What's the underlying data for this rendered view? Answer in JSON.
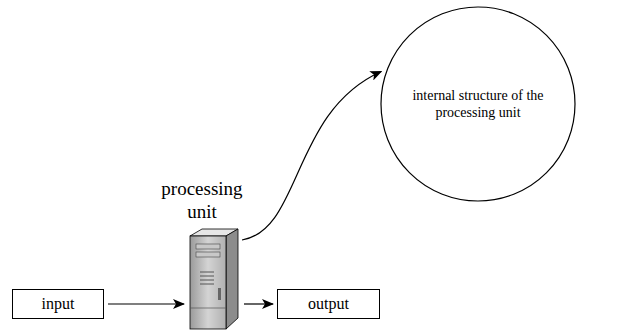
{
  "diagram": {
    "nodes": [
      {
        "text": [
          "input"
        ]
      },
      {
        "text": [
          "processing unit"
        ]
      },
      {
        "text": [
          "output"
        ]
      },
      {
        "text": [
          "internal structure of the processing unit"
        ]
      }
    ],
    "edges": [
      {
        "from": 0,
        "to": 1,
        "arrow": "to"
      },
      {
        "from": 1,
        "to": 2,
        "arrow": "to"
      },
      {
        "from": 1,
        "to": 3,
        "arrow": "to"
      }
    ]
  }
}
